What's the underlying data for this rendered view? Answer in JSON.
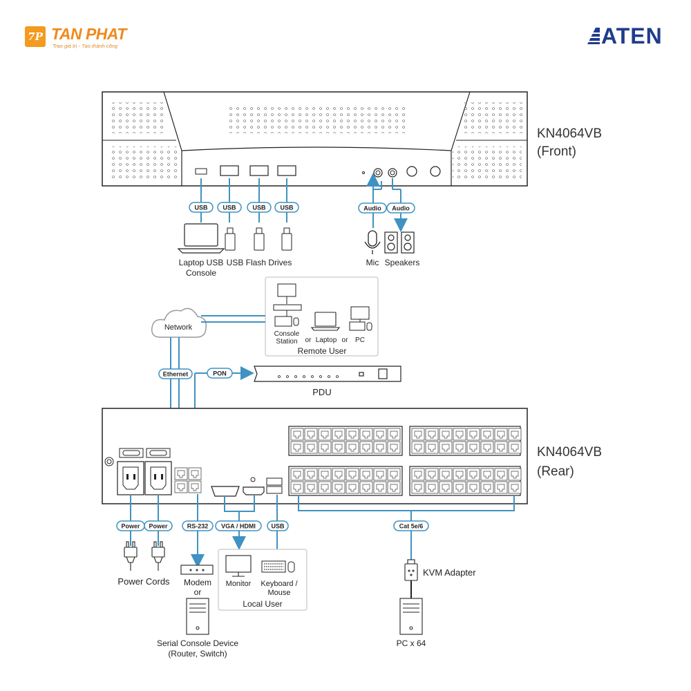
{
  "brand": {
    "tanphat": {
      "badge": "7P",
      "name": "TAN PHAT",
      "slogan": "Trao giá trị - Tạo thành công"
    },
    "aten": {
      "name": "ATEN"
    }
  },
  "colors": {
    "line": "#3f92c1",
    "device": "#222222",
    "pill_border": "#3f92c1",
    "orange": "#f08a1c",
    "aten_blue": "#1f3c8c"
  },
  "front": {
    "title_line1": "KN4064VB",
    "title_line2": "(Front)",
    "ports": {
      "usb": "USB",
      "audio": "Audio"
    },
    "labels": {
      "laptop_line1": "Laptop USB",
      "laptop_line2": "Console",
      "flash": "USB Flash Drives",
      "mic": "Mic",
      "speakers": "Speakers"
    }
  },
  "remote": {
    "network": "Network",
    "console_line1": "Console",
    "console_line2": "Station",
    "or1": "or",
    "laptop": "Laptop",
    "or2": "or",
    "pc": "PC",
    "title": "Remote User"
  },
  "pdu": {
    "pon": "PON",
    "ethernet": "Ethernet",
    "label": "PDU"
  },
  "rear": {
    "title_line1": "KN4064VB",
    "title_line2": "(Rear)",
    "ports": {
      "power": "Power",
      "rs232": "RS-232",
      "vga_hdmi": "VGA / HDMI",
      "usb": "USB",
      "cat": "Cat 5e/6"
    },
    "labels": {
      "power_cords": "Power Cords",
      "modem": "Modem",
      "or": "or",
      "serial_line1": "Serial Console Device",
      "serial_line2": "(Router, Switch)",
      "monitor": "Monitor",
      "kbm_line1": "Keyboard /",
      "kbm_line2": "Mouse",
      "local_user": "Local User",
      "kvm_adapter": "KVM Adapter",
      "pc64": "PC x 64"
    }
  }
}
